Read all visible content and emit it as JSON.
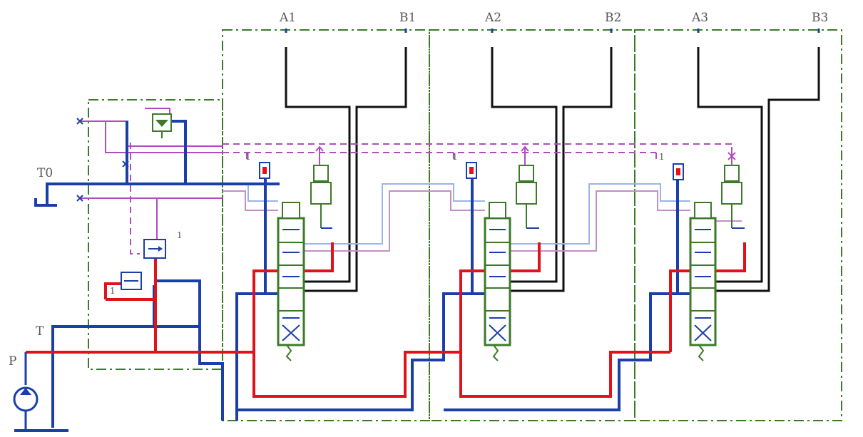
{
  "diagram": {
    "labels": {
      "t0": "T0",
      "t": "T",
      "p": "P"
    },
    "sections": [
      {
        "a_label": "A1",
        "b_label": "B1"
      },
      {
        "a_label": "A2",
        "b_label": "B2"
      },
      {
        "a_label": "A3",
        "b_label": "B3"
      }
    ],
    "small_marks": [
      "1",
      "1",
      "1",
      "1",
      "1"
    ],
    "colors": {
      "pressure_line": "#e0121a",
      "tank_line": "#1a3fa8",
      "work_line": "#111111",
      "pilot_line": "#b04cc0",
      "pilot_light": "#9db4e6",
      "valve_outline": "#3c7a2a"
    }
  }
}
